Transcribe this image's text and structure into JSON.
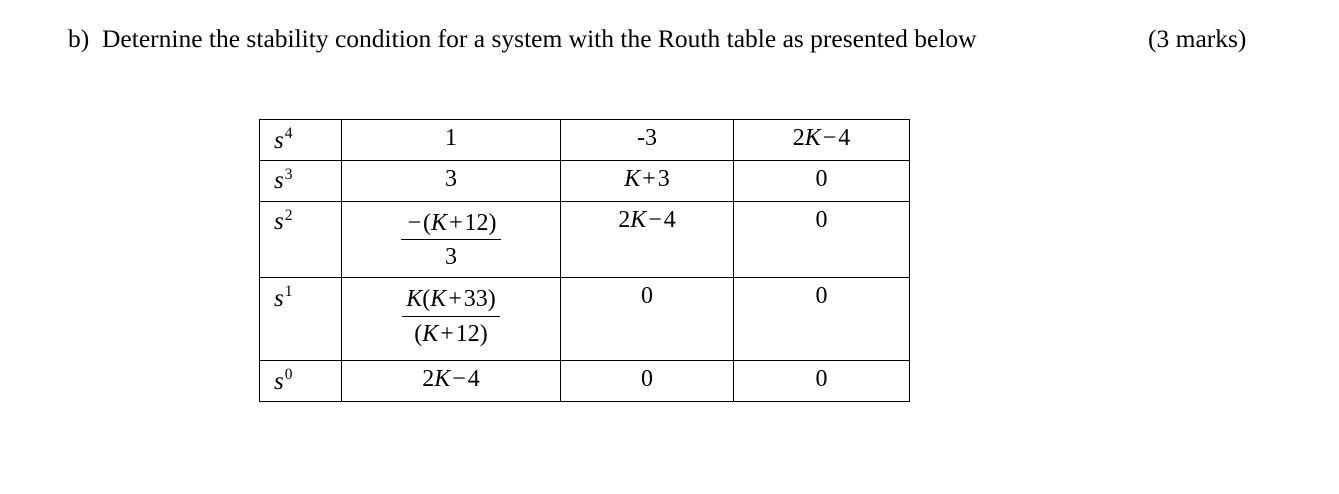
{
  "question": {
    "marker": "b)",
    "text": "Deternine the stability condition for a system with the Routh table as presented below",
    "marks": "(3 marks)"
  },
  "table": {
    "name": "routh-table",
    "rows": [
      {
        "label_base": "s",
        "label_power": "4",
        "cells": [
          {
            "kind": "plain",
            "text": "1"
          },
          {
            "kind": "plain",
            "text": "-3"
          },
          {
            "kind": "expr",
            "parts": [
              {
                "t": "num",
                "s": "2"
              },
              {
                "t": "var",
                "s": "K"
              },
              {
                "t": "op",
                "s": "−"
              },
              {
                "t": "num",
                "s": "4"
              }
            ],
            "text": "2K − 4"
          }
        ]
      },
      {
        "label_base": "s",
        "label_power": "3",
        "cells": [
          {
            "kind": "plain",
            "text": "3"
          },
          {
            "kind": "expr",
            "parts": [
              {
                "t": "var",
                "s": "K"
              },
              {
                "t": "op",
                "s": "+"
              },
              {
                "t": "num",
                "s": "3"
              }
            ],
            "text": "K + 3"
          },
          {
            "kind": "plain",
            "text": "0"
          }
        ]
      },
      {
        "label_base": "s",
        "label_power": "2",
        "tall": "row-tall",
        "cells": [
          {
            "kind": "fraction",
            "numerator_parts": [
              {
                "t": "op",
                "s": "−"
              },
              {
                "t": "num",
                "s": "("
              },
              {
                "t": "var",
                "s": "K"
              },
              {
                "t": "op",
                "s": "+"
              },
              {
                "t": "num",
                "s": "12)"
              }
            ],
            "denominator_parts": [
              {
                "t": "num",
                "s": "3"
              }
            ],
            "numerator_text": "−(K + 12)",
            "denominator_text": "3"
          },
          {
            "kind": "expr",
            "parts": [
              {
                "t": "num",
                "s": "2"
              },
              {
                "t": "var",
                "s": "K"
              },
              {
                "t": "op",
                "s": "−"
              },
              {
                "t": "num",
                "s": "4"
              }
            ],
            "text": "2K − 4"
          },
          {
            "kind": "plain",
            "text": "0"
          }
        ]
      },
      {
        "label_base": "s",
        "label_power": "1",
        "tall": "row-tall2",
        "cells": [
          {
            "kind": "fraction",
            "numerator_parts": [
              {
                "t": "var",
                "s": "K"
              },
              {
                "t": "num",
                "s": "("
              },
              {
                "t": "var",
                "s": "K"
              },
              {
                "t": "op",
                "s": "+"
              },
              {
                "t": "num",
                "s": "33)"
              }
            ],
            "denominator_parts": [
              {
                "t": "num",
                "s": "("
              },
              {
                "t": "var",
                "s": "K"
              },
              {
                "t": "op",
                "s": "+"
              },
              {
                "t": "num",
                "s": "12)"
              }
            ],
            "numerator_text": "K(K + 33)",
            "denominator_text": "(K + 12)"
          },
          {
            "kind": "plain",
            "text": "0"
          },
          {
            "kind": "plain",
            "text": "0"
          }
        ]
      },
      {
        "label_base": "s",
        "label_power": "0",
        "cells": [
          {
            "kind": "expr",
            "parts": [
              {
                "t": "num",
                "s": "2"
              },
              {
                "t": "var",
                "s": "K"
              },
              {
                "t": "op",
                "s": "−"
              },
              {
                "t": "num",
                "s": "4"
              }
            ],
            "text": "2K − 4"
          },
          {
            "kind": "plain",
            "text": "0"
          },
          {
            "kind": "plain",
            "text": "0"
          }
        ]
      }
    ]
  },
  "colors": {
    "text": "#000000",
    "background": "#ffffff",
    "border": "#000000"
  }
}
